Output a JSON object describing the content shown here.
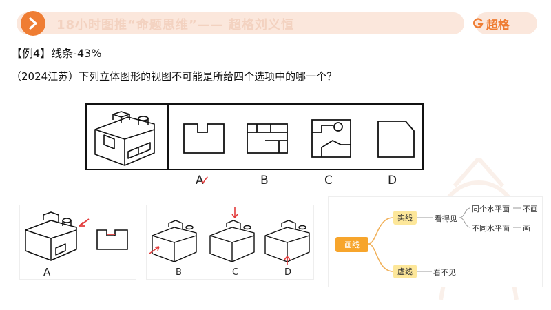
{
  "header": {
    "title": "18小时图推“命题思维”—— 超格刘义恒",
    "logo_text": "超格"
  },
  "question": {
    "title": "【例4】线条-43%",
    "text": "（2024江苏）下列立体图形的视图不可能是所给四个选项中的哪一个？"
  },
  "options": [
    "A",
    "B",
    "C",
    "D"
  ],
  "answer_mark": "✓",
  "explain": {
    "panel_a_label": "A",
    "panel_b_labels": [
      "B",
      "C",
      "D"
    ]
  },
  "mindmap": {
    "root": "画线",
    "solid": "实线",
    "dashed": "虚线",
    "visible": "看得见",
    "invisible": "看不见",
    "same_plane": "同个水平面",
    "diff_plane": "不同水平面",
    "no_draw": "不画",
    "draw": "画"
  },
  "colors": {
    "accent": "#ef7d33",
    "banner": "#fbe7dc",
    "root_node": "#f7a52c",
    "sub_node": "#fde79a",
    "red": "#e23b3b"
  }
}
